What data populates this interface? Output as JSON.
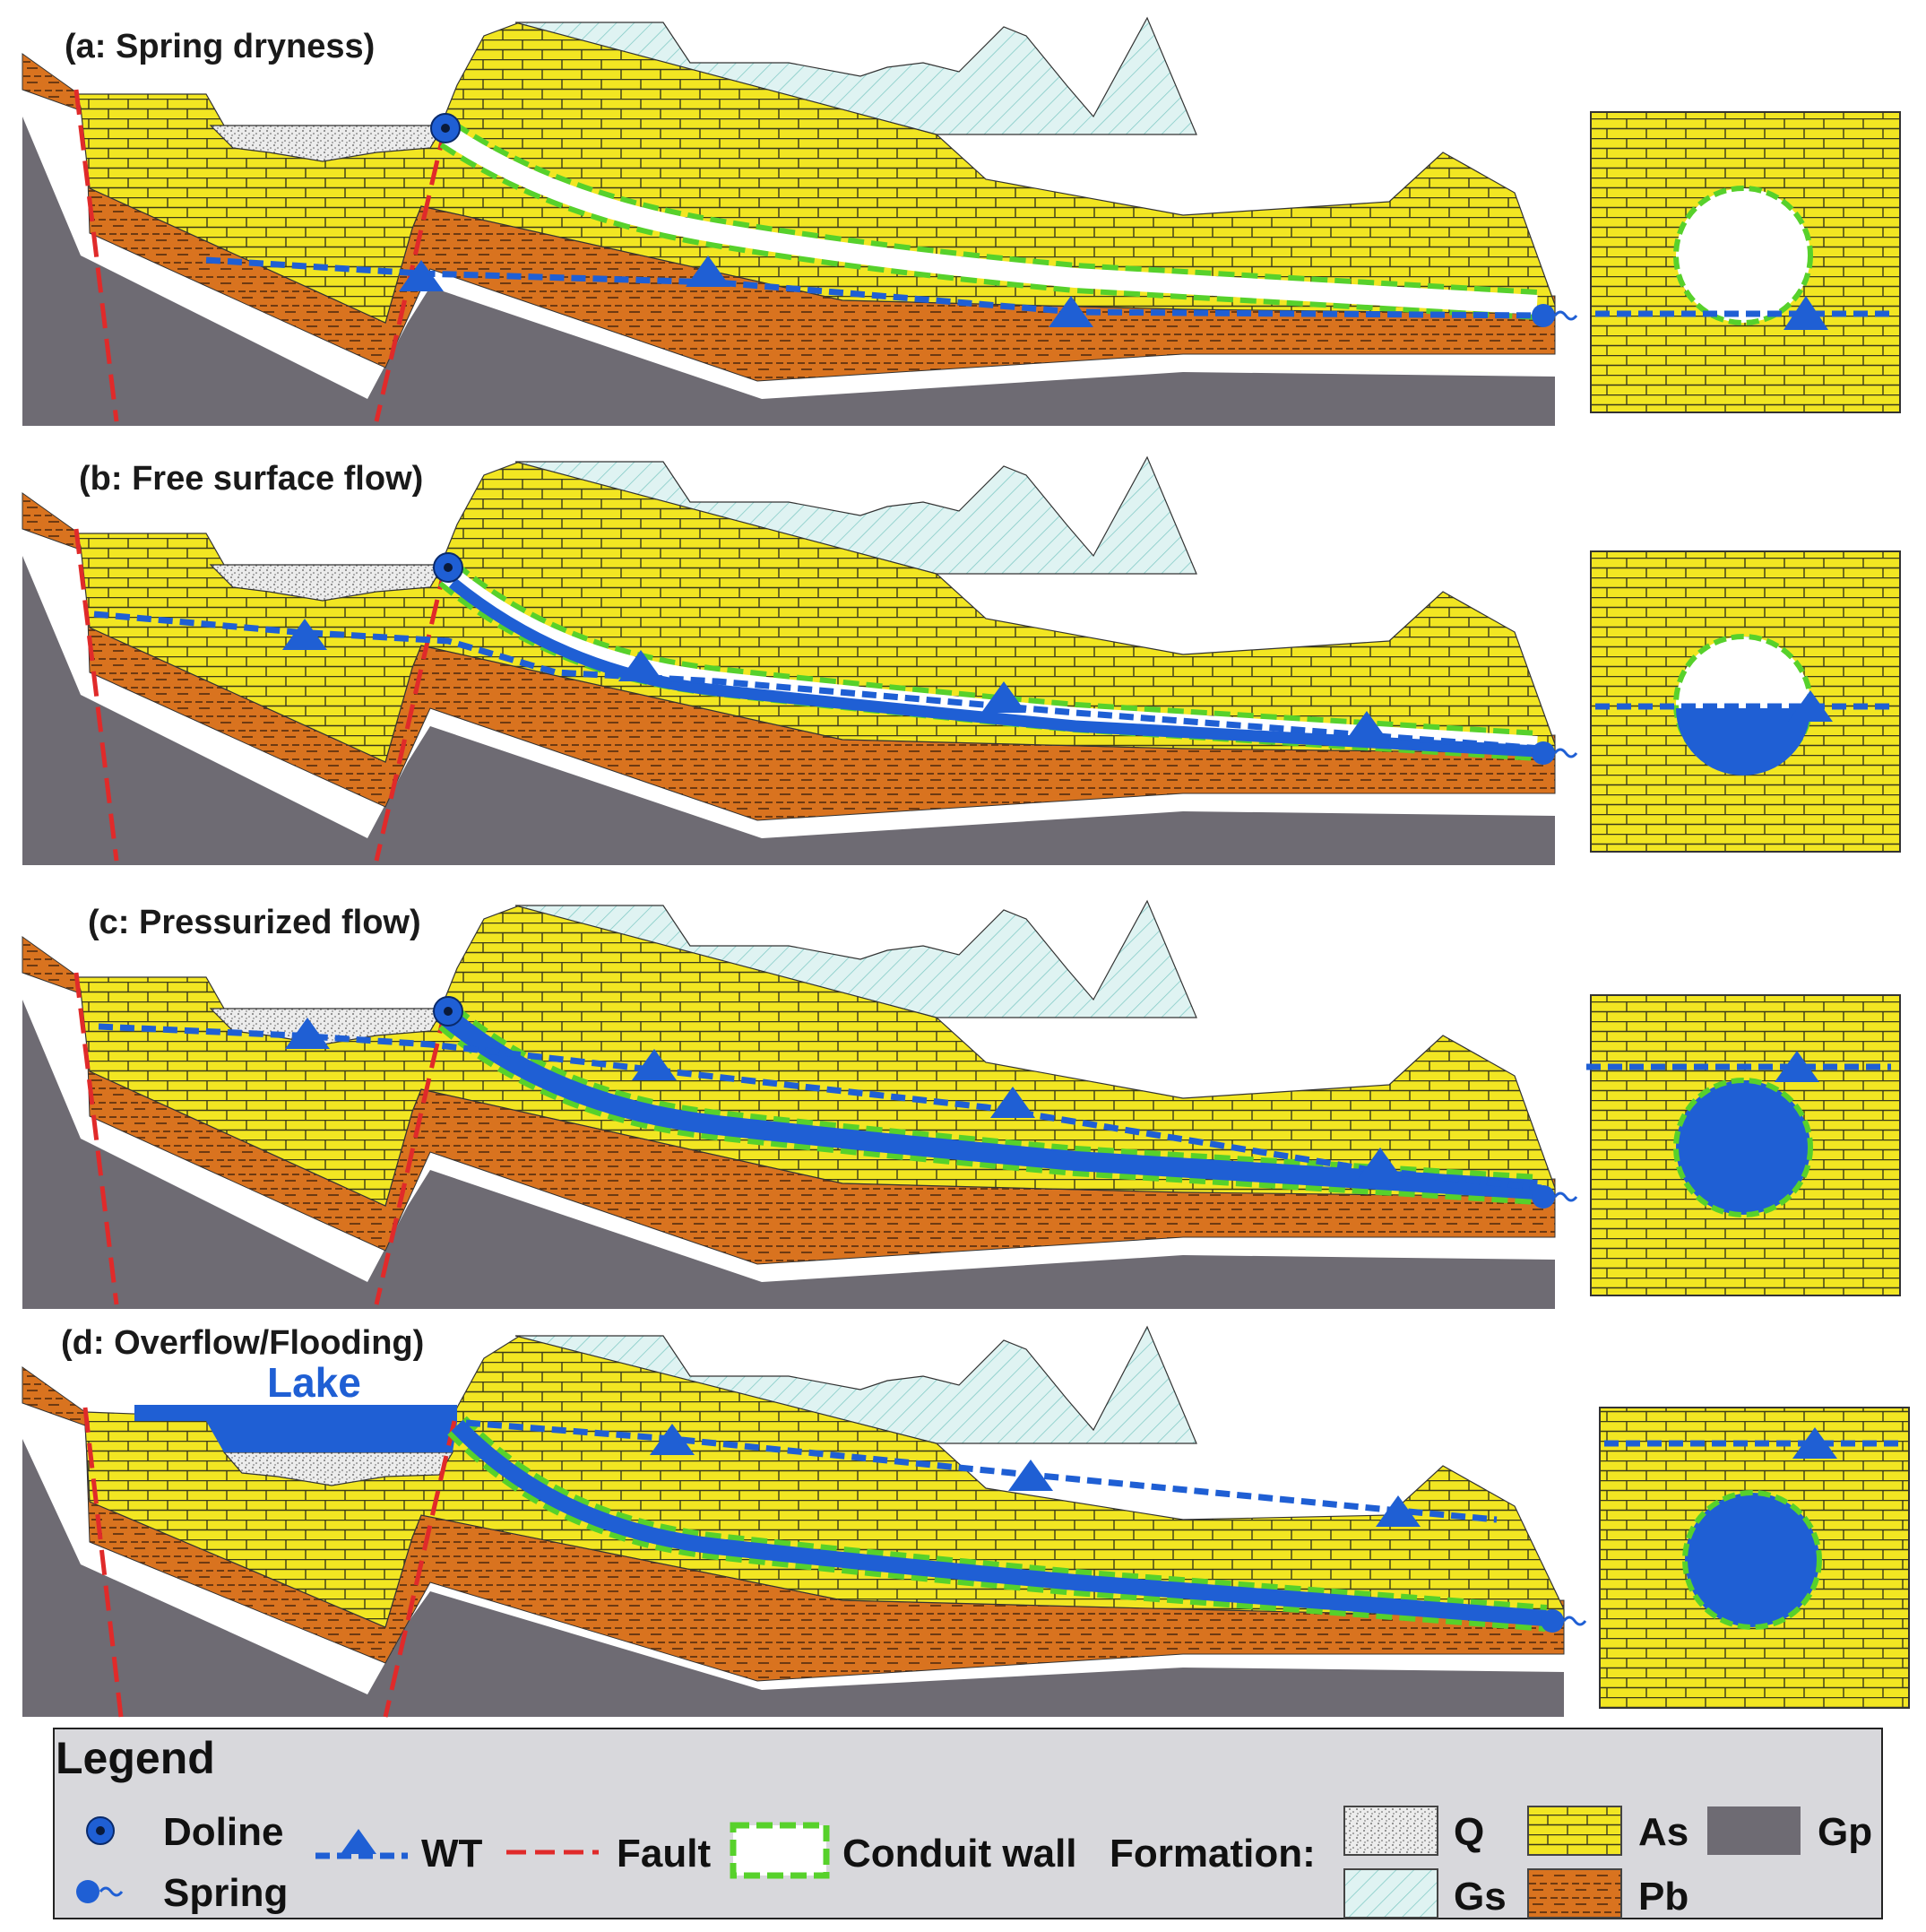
{
  "figure": {
    "panels": [
      {
        "id": "a",
        "title": "(a: Spring dryness)",
        "state": "dry"
      },
      {
        "id": "b",
        "title": "(b: Free surface flow)",
        "state": "free"
      },
      {
        "id": "c",
        "title": "(c: Pressurized flow)",
        "state": "pressurized"
      },
      {
        "id": "d",
        "title": "(d: Overflow/Flooding)",
        "state": "flood",
        "lake_label": "Lake"
      }
    ],
    "legend": {
      "title": "Legend",
      "doline": "Doline",
      "spring": "Spring",
      "wt": "WT",
      "fault": "Fault",
      "conduit_wall": "Conduit wall",
      "formation_label": "Formation:",
      "formations": {
        "q": "Q",
        "as": "As",
        "gp": "Gp",
        "gs": "Gs",
        "pb": "Pb"
      }
    },
    "colors": {
      "limestone_as": "#f2e622",
      "brick_lines": "#3a3a1a",
      "pb": "#d9731f",
      "gp": "#6e6b73",
      "gs_fill": "#dff3f2",
      "gs_hatch": "#7fc9c4",
      "q_fill": "#e6e6e6",
      "water": "#1f5fd4",
      "fault": "#e02a2a",
      "conduit_wall": "#57d12b",
      "legend_bg": "#d8d8dc"
    },
    "icons": [
      "doline-icon",
      "spring-icon",
      "water-table-icon",
      "fault-line-icon",
      "conduit-wall-icon"
    ]
  }
}
